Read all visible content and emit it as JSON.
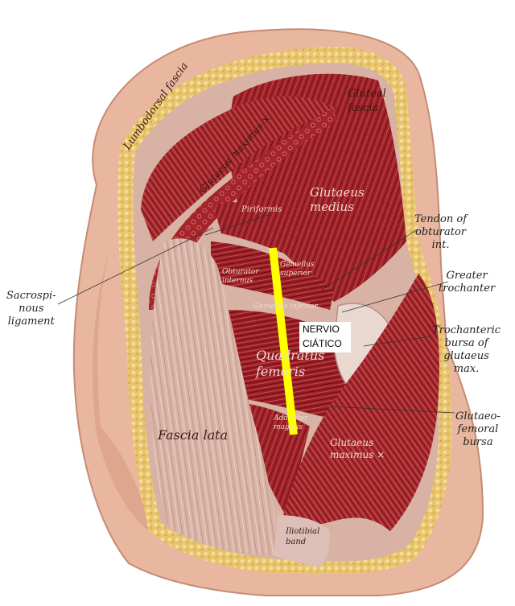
{
  "labels": {
    "gluteal_fascia": [
      "Gluteal",
      "fascia"
    ],
    "lumbodorsal_fascia": "Lumbodorsal fascia",
    "gluteus_maximus_upper": "Glutaeus maximus",
    "gluteus_maximus_upper_mark": "×",
    "gluteus_medius": [
      "Glutaeus",
      "medius"
    ],
    "piriformis": "Piriformis",
    "obturator_internus": [
      "Obturator",
      "internus"
    ],
    "gemellus_superior": [
      "Gemellus",
      "superior"
    ],
    "gemellus_inferior": "Gemellus inferior",
    "quadratus_femoris": [
      "Quadratus",
      "femoris"
    ],
    "adductor_magnus": [
      "Adductor",
      "magnus"
    ],
    "tendon_obturator": [
      "Tendon of",
      "obturator",
      "int."
    ],
    "greater_trochanter": [
      "Greater",
      "trochanter"
    ],
    "trochanteric_bursa": [
      "Trochanteric",
      "bursa of",
      "glutaeus",
      "max."
    ],
    "sacrospinous": [
      "Sacrospi-",
      "nous",
      "ligament"
    ],
    "gluteofemoral_bursa": [
      "Glutaeo-",
      "femoral",
      "bursa"
    ],
    "gluteus_maximus_lower": [
      "Glutaeus",
      "maximus ×"
    ],
    "fascia_lata": "Fascia lata",
    "iliotibial_band": [
      "Iliotibial",
      "band"
    ],
    "nerve": [
      "NERVIO",
      "CIÁTICO"
    ]
  },
  "colors": {
    "skin": "#e9b79f",
    "muscle": "#9e1f24",
    "fat": "#e9c36a",
    "fascia": "#dcc0b8",
    "nerve_marker": "#ffff00"
  }
}
